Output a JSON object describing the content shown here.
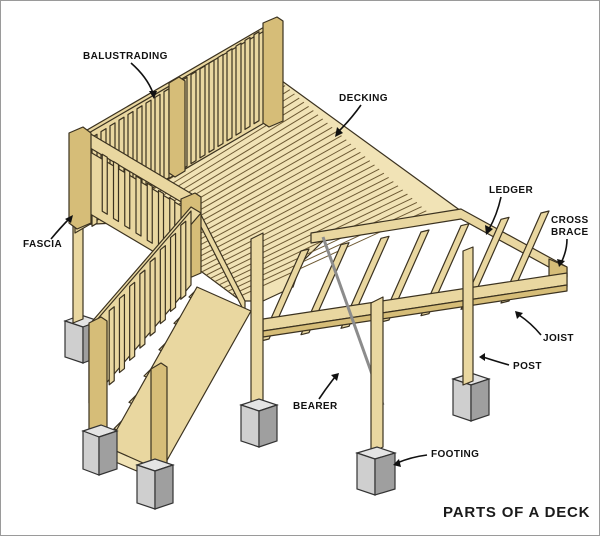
{
  "diagram": {
    "title": "PARTS OF A DECK",
    "labels": {
      "balustrading": "BALUSTRADING",
      "decking": "DECKING",
      "ledger": "LEDGER",
      "cross_brace_1": "CROSS",
      "cross_brace_2": "BRACE",
      "fascia": "FASCIA",
      "joist": "JOIST",
      "post": "POST",
      "bearer": "BEARER",
      "footing": "FOOTING"
    }
  }
}
